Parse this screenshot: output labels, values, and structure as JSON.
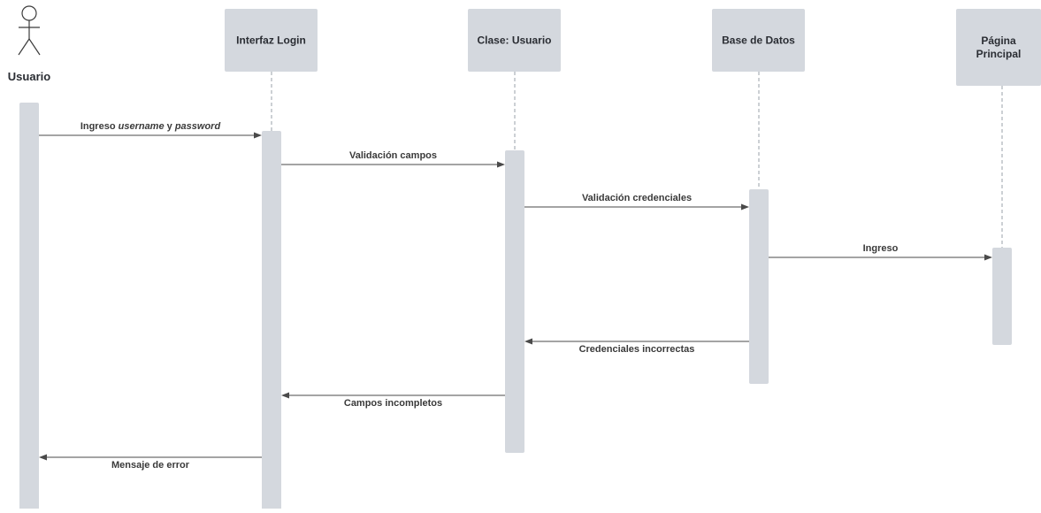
{
  "actor": {
    "label": "Usuario",
    "icon": "stick-figure-icon"
  },
  "participants": [
    {
      "id": "login",
      "lines": [
        "Interfaz Login"
      ]
    },
    {
      "id": "clase",
      "lines": [
        "Clase: Usuario"
      ]
    },
    {
      "id": "bd",
      "lines": [
        "Base de Datos"
      ]
    },
    {
      "id": "pagina",
      "lines": [
        "Página",
        "Principal"
      ]
    }
  ],
  "messages": [
    {
      "name": "ingreso-credenciales",
      "from": "usuario",
      "to": "login",
      "label": [
        {
          "text": "Ingreso "
        },
        {
          "text": "username",
          "italic": true
        },
        {
          "text": " y "
        },
        {
          "text": "password",
          "italic": true
        }
      ]
    },
    {
      "name": "validacion-campos",
      "from": "login",
      "to": "clase",
      "label": [
        {
          "text": "Validación campos"
        }
      ]
    },
    {
      "name": "validacion-credenciales",
      "from": "clase",
      "to": "bd",
      "label": [
        {
          "text": "Validación credenciales"
        }
      ]
    },
    {
      "name": "ingreso",
      "from": "bd",
      "to": "pagina",
      "label": [
        {
          "text": "Ingreso"
        }
      ]
    },
    {
      "name": "credenciales-incorrectas",
      "from": "bd",
      "to": "clase",
      "label": [
        {
          "text": "Credenciales incorrectas"
        }
      ]
    },
    {
      "name": "campos-incompletos",
      "from": "clase",
      "to": "login",
      "label": [
        {
          "text": "Campos incompletos"
        }
      ]
    },
    {
      "name": "mensaje-error",
      "from": "login",
      "to": "usuario",
      "label": [
        {
          "text": "Mensaje de error"
        }
      ]
    }
  ],
  "colors": {
    "box": "#d4d8de",
    "line": "#4a4a4a",
    "text": "#2a2d33"
  }
}
